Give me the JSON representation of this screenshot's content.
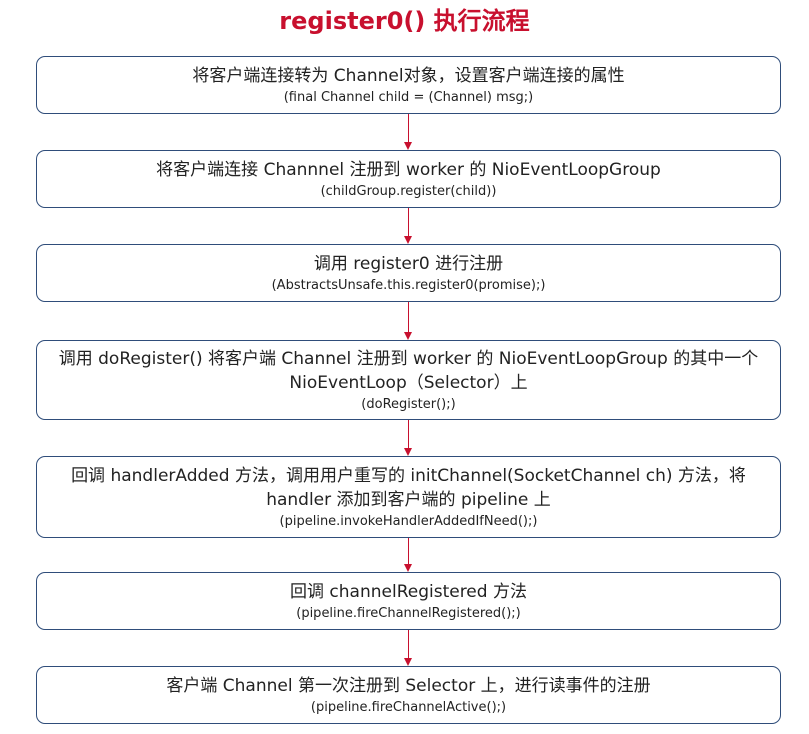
{
  "title": "register0() 执行流程",
  "steps": [
    {
      "main": "将客户端连接转为 Channel对象，设置客户端连接的属性",
      "sub": "(final Channel child = (Channel) msg;)"
    },
    {
      "main": "将客户端连接 Channnel 注册到 worker 的 NioEventLoopGroup",
      "sub": "(childGroup.register(child))"
    },
    {
      "main": "调用 register0 进行注册",
      "sub": "(AbstractsUnsafe.this.register0(promise);)"
    },
    {
      "main": "调用 doRegister() 将客户端 Channel 注册到 worker 的 NioEventLoopGroup 的其中一个 NioEventLoop（Selector）上",
      "sub": "(doRegister();)"
    },
    {
      "main": "回调 handlerAdded 方法，调用用户重写的 initChannel(SocketChannel ch) 方法，将 handler 添加到客户端的 pipeline 上",
      "sub": "(pipeline.invokeHandlerAddedIfNeed();)"
    },
    {
      "main": "回调 channelRegistered 方法",
      "sub": "(pipeline.fireChannelRegistered();)"
    },
    {
      "main": "客户端 Channel 第一次注册到 Selector 上，进行读事件的注册",
      "sub": "(pipeline.fireChannelActive();)"
    }
  ]
}
